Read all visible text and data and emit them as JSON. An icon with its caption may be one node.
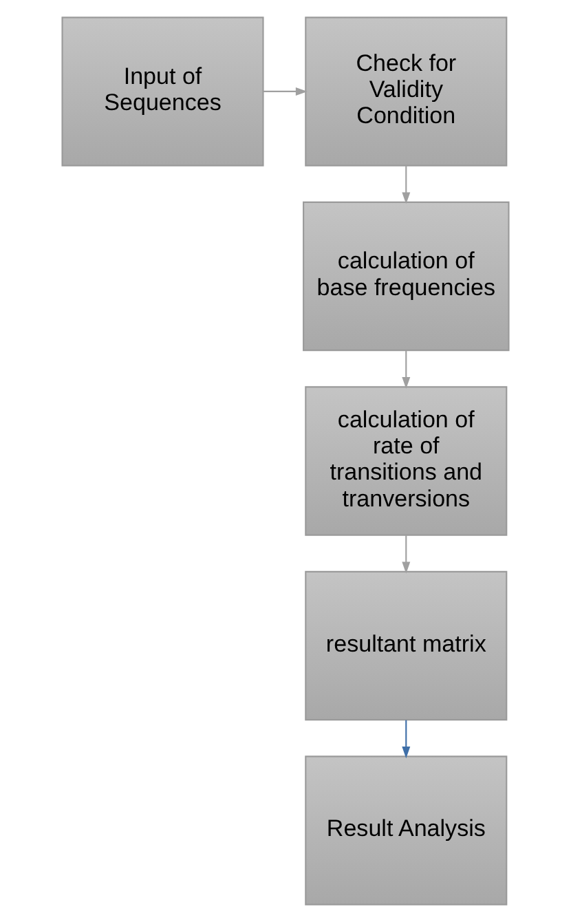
{
  "diagram": {
    "nodes": [
      {
        "text": [
          "Input of Sequences"
        ]
      },
      {
        "text": [
          "Check for Validity Condition"
        ]
      },
      {
        "text": [
          "calculation of base frequencies"
        ]
      },
      {
        "text": [
          "calculation of rate of transitions and tranversions"
        ]
      },
      {
        "text": [
          "resultant matrix"
        ]
      },
      {
        "text": [
          "Result Analysis"
        ]
      }
    ],
    "edges": [
      {
        "from": 0,
        "to": 1,
        "arrow": "to"
      },
      {
        "from": 1,
        "to": 2,
        "arrow": "to"
      },
      {
        "from": 2,
        "to": 3,
        "arrow": "to"
      },
      {
        "from": 3,
        "to": 4,
        "arrow": "to"
      },
      {
        "from": 4,
        "to": 5,
        "arrow": "to",
        "color": "#3f6fa8"
      }
    ]
  }
}
